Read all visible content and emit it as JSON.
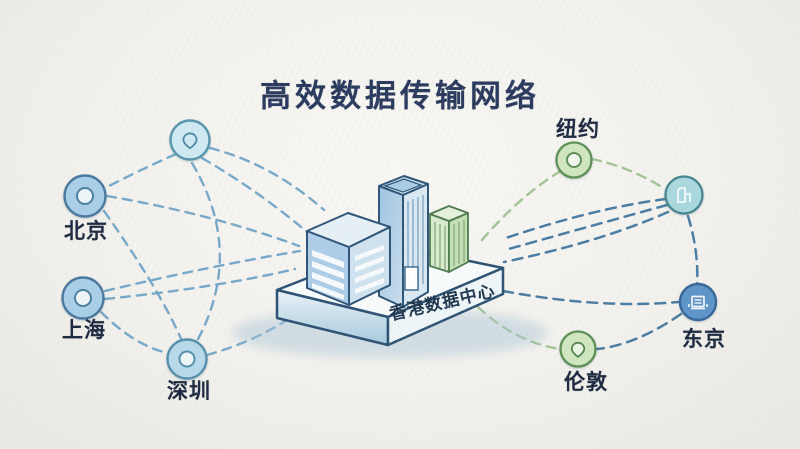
{
  "title": "高效数据传输网络",
  "datacenter": {
    "label": "香港数据中心"
  },
  "nodes": {
    "beijing": {
      "label": "北京",
      "icon": "ring"
    },
    "shanghai": {
      "label": "上海",
      "icon": "ring"
    },
    "shenzhen": {
      "label": "深圳",
      "icon": "ring"
    },
    "newyork": {
      "label": "纽约",
      "icon": "ring"
    },
    "tokyo": {
      "label": "东京",
      "icon": "building-server"
    },
    "london": {
      "label": "伦敦",
      "icon": "location-pin"
    },
    "relay_top": {
      "label": "",
      "icon": "location-pin"
    },
    "relay_east": {
      "label": "",
      "icon": "building"
    }
  },
  "edges": [
    {
      "from": "relay_top",
      "to": "beijing",
      "color": "blue"
    },
    {
      "from": "relay_top",
      "to": "datacenter",
      "color": "blue"
    },
    {
      "from": "relay_top",
      "to": "shenzhen",
      "color": "blue"
    },
    {
      "from": "beijing",
      "to": "datacenter",
      "color": "blue"
    },
    {
      "from": "beijing",
      "to": "shenzhen",
      "color": "blue"
    },
    {
      "from": "shanghai",
      "to": "datacenter",
      "color": "blue"
    },
    {
      "from": "shanghai",
      "to": "shenzhen",
      "color": "blue"
    },
    {
      "from": "shenzhen",
      "to": "datacenter",
      "color": "blue"
    },
    {
      "from": "datacenter",
      "to": "newyork",
      "color": "green"
    },
    {
      "from": "newyork",
      "to": "relay_east",
      "color": "green"
    },
    {
      "from": "relay_east",
      "to": "datacenter",
      "color": "blue"
    },
    {
      "from": "relay_east",
      "to": "tokyo",
      "color": "blue"
    },
    {
      "from": "datacenter",
      "to": "tokyo",
      "color": "blue"
    },
    {
      "from": "tokyo",
      "to": "london",
      "color": "blue"
    },
    {
      "from": "datacenter",
      "to": "london",
      "color": "green"
    }
  ],
  "colors": {
    "background": "#f2f1ed",
    "title_text": "#2a3a5e",
    "label_text": "#1c2940",
    "line_blue_west": "#6fa3c7",
    "line_blue_east": "#41759e",
    "line_green": "#9dc18f",
    "node_blue_fill": "#a9cfe8",
    "node_green_fill": "#cfe6c0",
    "node_teal_fill": "#a9d8de",
    "node_tokyo_fill": "#5e95c9",
    "building_blue": "#aecde7",
    "building_green": "#c3dfb4",
    "platform_white": "#f8fbfb"
  }
}
